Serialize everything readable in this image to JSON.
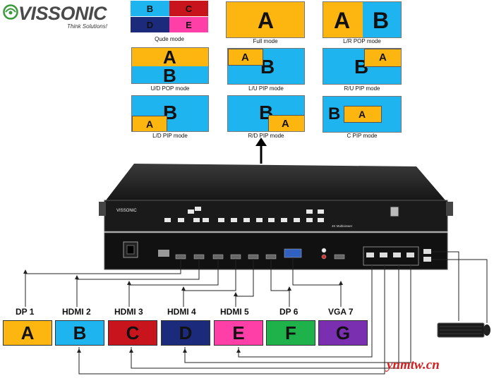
{
  "brand": {
    "name": "VISSONIC",
    "tagline": "Think Solutions!",
    "device_label": "VISSONIC",
    "device_model": "4K Multiviewer"
  },
  "modes": [
    {
      "label": "Qude mode",
      "quadrants": [
        "B",
        "C",
        "D",
        "E"
      ]
    },
    {
      "label": "Full mode",
      "letters": [
        "A"
      ]
    },
    {
      "label": "L/R POP mode",
      "letters": [
        "A",
        "B"
      ]
    },
    {
      "label": "U/D POP mode",
      "letters": [
        "A",
        "B"
      ]
    },
    {
      "label": "L/U PIP mode",
      "letters": [
        "A",
        "B"
      ]
    },
    {
      "label": "R/U PIP mode",
      "letters": [
        "B",
        "A"
      ]
    },
    {
      "label": "L/D PIP mode",
      "letters": [
        "B",
        "A"
      ]
    },
    {
      "label": "R/D PIP mode",
      "letters": [
        "B",
        "A"
      ]
    },
    {
      "label": "C PIP mode",
      "letters": [
        "B",
        "A"
      ]
    }
  ],
  "inputs": [
    {
      "label": "DP 1",
      "letter": "A",
      "color": "#fdb60f"
    },
    {
      "label": "HDMI 2",
      "letter": "B",
      "color": "#1eb4f0"
    },
    {
      "label": "HDMI 3",
      "letter": "C",
      "color": "#c8141c"
    },
    {
      "label": "HDMI 4",
      "letter": "D",
      "color": "#1b2a7a"
    },
    {
      "label": "HDMI 5",
      "letter": "E",
      "color": "#ff3fa8"
    },
    {
      "label": "DP 6",
      "letter": "F",
      "color": "#20b24a"
    },
    {
      "label": "VGA 7",
      "letter": "G",
      "color": "#7a2fb0"
    }
  ],
  "watermark": "ynmtw.cn"
}
